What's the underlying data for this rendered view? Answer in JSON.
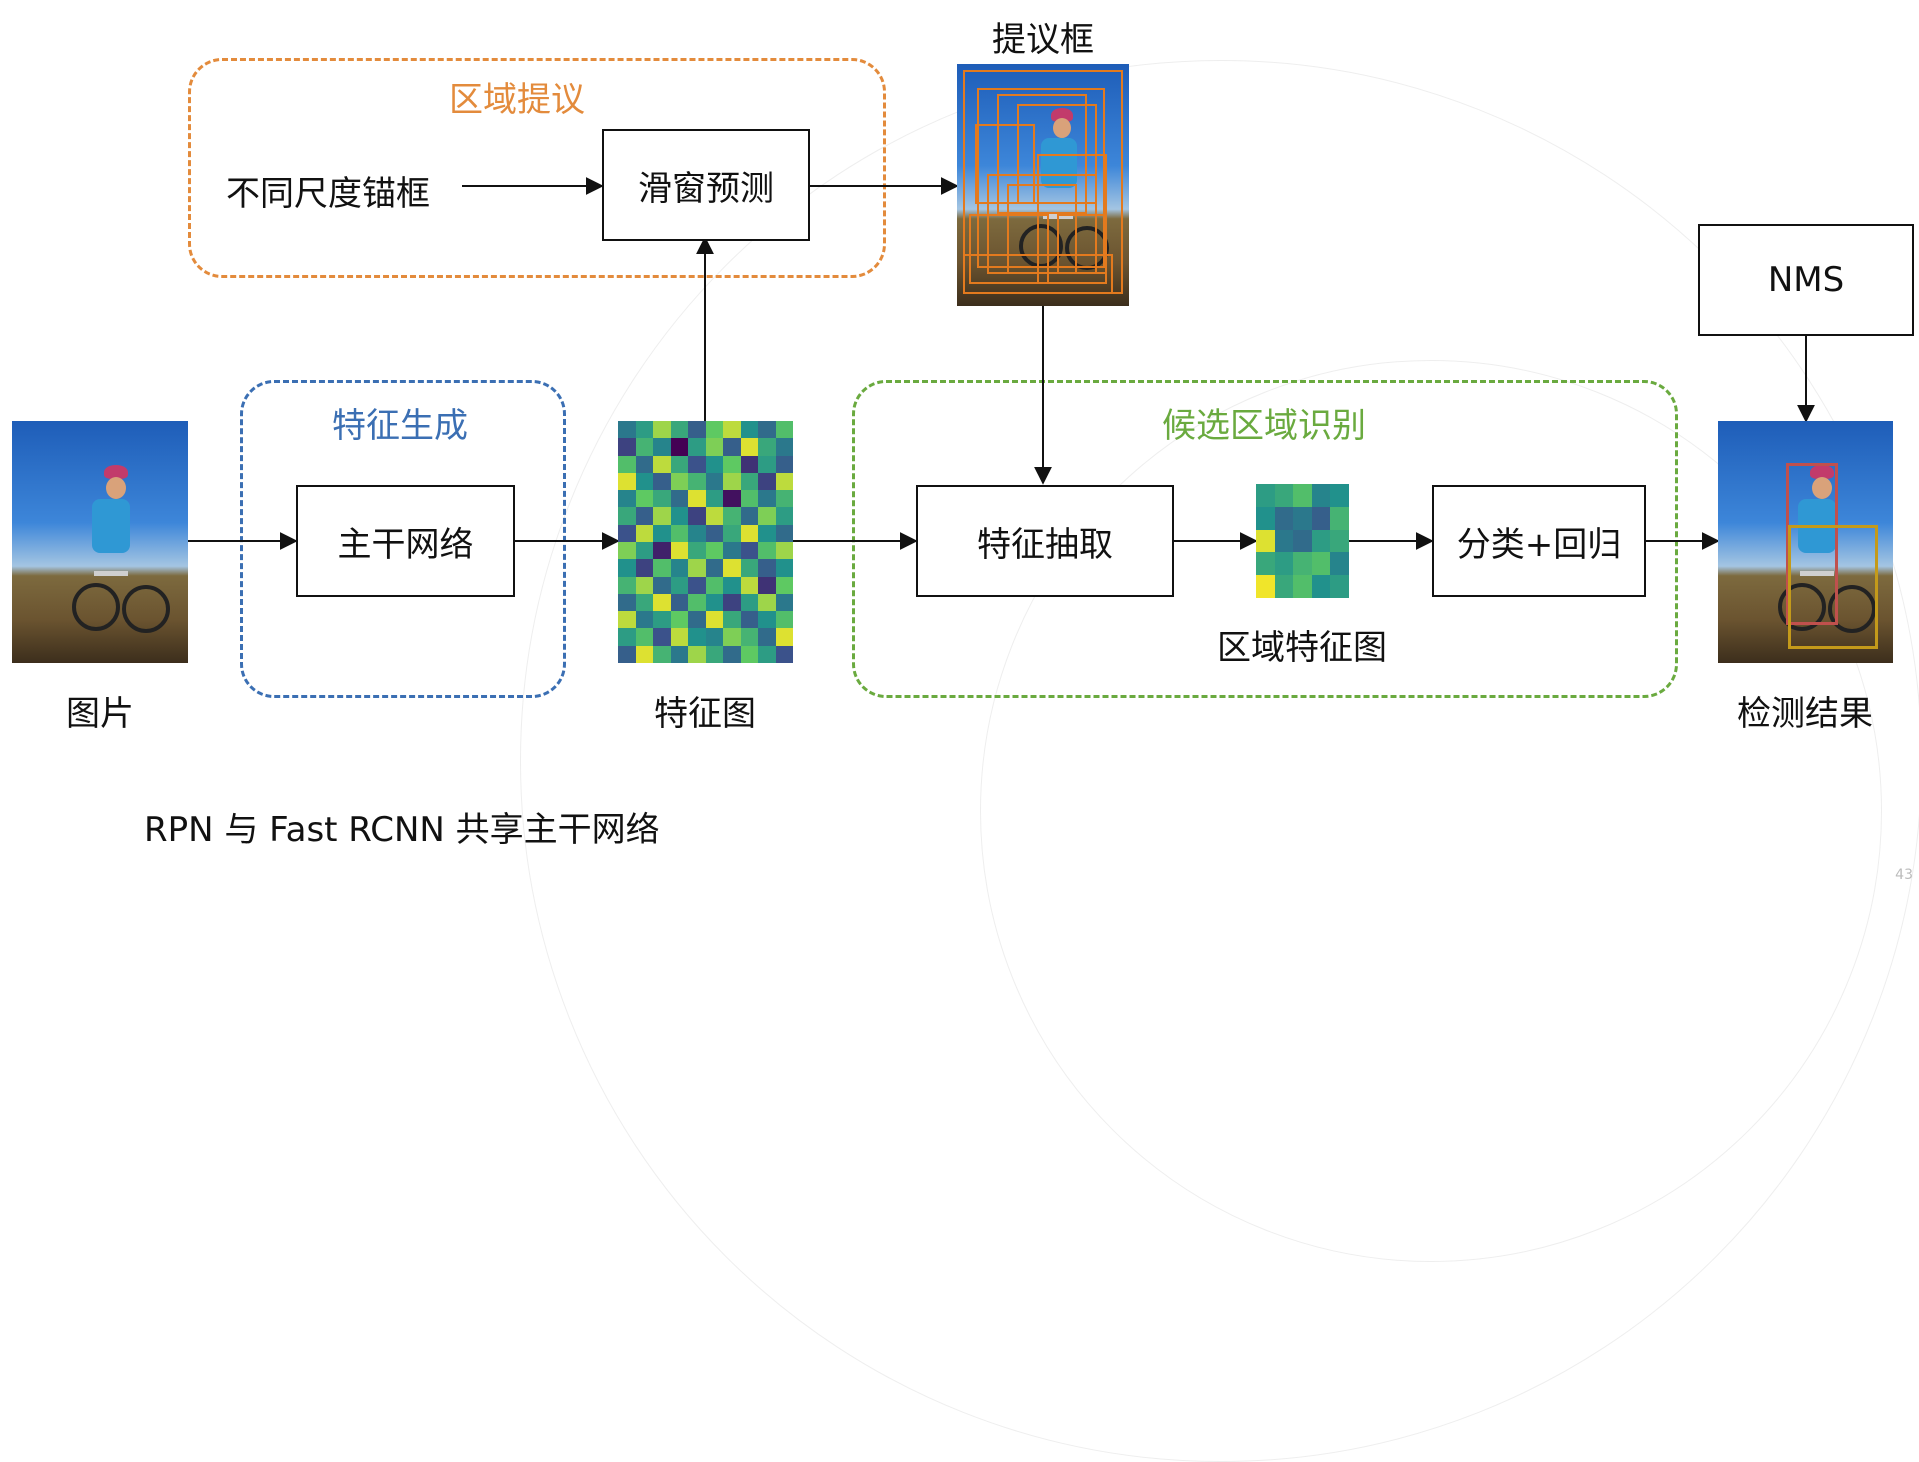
{
  "groups": {
    "proposal": "区域提议",
    "feature": "特征生成",
    "recognition": "候选区域识别"
  },
  "nodes": {
    "anchors": "不同尺度锚框",
    "sliding": "滑窗预测",
    "backbone": "主干网络",
    "extract": "特征抽取",
    "cls_reg": "分类+回归",
    "nms": "NMS"
  },
  "labels": {
    "proposals": "提议框",
    "image": "图片",
    "feature_map": "特征图",
    "region_feature_map": "区域特征图",
    "result": "检测结果",
    "footer": "RPN 与 Fast RCNN 共享主干网络",
    "page_num": "43"
  },
  "colors": {
    "proposal": "#e38b3c",
    "feature": "#3b6fb3",
    "recognition": "#6aaa3f",
    "arrow": "#111111"
  },
  "heatmaps": {
    "feature_map": [
      [
        0.4,
        0.55,
        0.85,
        0.6,
        0.3,
        0.75,
        0.9,
        0.5,
        0.35,
        0.7
      ],
      [
        0.2,
        0.65,
        0.45,
        0.0,
        0.55,
        0.8,
        0.3,
        0.95,
        0.6,
        0.4
      ],
      [
        0.7,
        0.35,
        0.9,
        0.6,
        0.25,
        0.5,
        0.75,
        0.15,
        0.55,
        0.3
      ],
      [
        0.95,
        0.5,
        0.3,
        0.8,
        0.65,
        0.4,
        0.85,
        0.6,
        0.2,
        0.9
      ],
      [
        0.45,
        0.75,
        0.6,
        0.35,
        0.95,
        0.55,
        0.05,
        0.7,
        0.4,
        0.65
      ],
      [
        0.6,
        0.3,
        0.85,
        0.5,
        0.2,
        0.9,
        0.65,
        0.35,
        0.8,
        0.55
      ],
      [
        0.25,
        0.9,
        0.5,
        0.7,
        0.45,
        0.3,
        0.6,
        0.95,
        0.5,
        0.35
      ],
      [
        0.8,
        0.55,
        0.1,
        0.95,
        0.6,
        0.75,
        0.4,
        0.25,
        0.7,
        0.85
      ],
      [
        0.5,
        0.2,
        0.7,
        0.45,
        0.85,
        0.35,
        0.95,
        0.6,
        0.3,
        0.5
      ],
      [
        0.65,
        0.85,
        0.35,
        0.55,
        0.25,
        0.7,
        0.5,
        0.9,
        0.15,
        0.75
      ],
      [
        0.35,
        0.6,
        0.95,
        0.3,
        0.7,
        0.5,
        0.2,
        0.55,
        0.85,
        0.4
      ],
      [
        0.9,
        0.4,
        0.55,
        0.75,
        0.35,
        0.95,
        0.6,
        0.3,
        0.5,
        0.7
      ],
      [
        0.55,
        0.7,
        0.25,
        0.9,
        0.5,
        0.45,
        0.8,
        0.65,
        0.35,
        0.95
      ],
      [
        0.3,
        0.95,
        0.65,
        0.4,
        0.85,
        0.6,
        0.35,
        0.75,
        0.55,
        0.25
      ]
    ],
    "region_feature_map": [
      [
        0.55,
        0.6,
        0.7,
        0.45,
        0.5
      ],
      [
        0.5,
        0.35,
        0.4,
        0.3,
        0.65
      ],
      [
        0.95,
        0.4,
        0.35,
        0.55,
        0.6
      ],
      [
        0.6,
        0.55,
        0.65,
        0.7,
        0.45
      ],
      [
        0.98,
        0.6,
        0.7,
        0.5,
        0.55
      ]
    ]
  }
}
